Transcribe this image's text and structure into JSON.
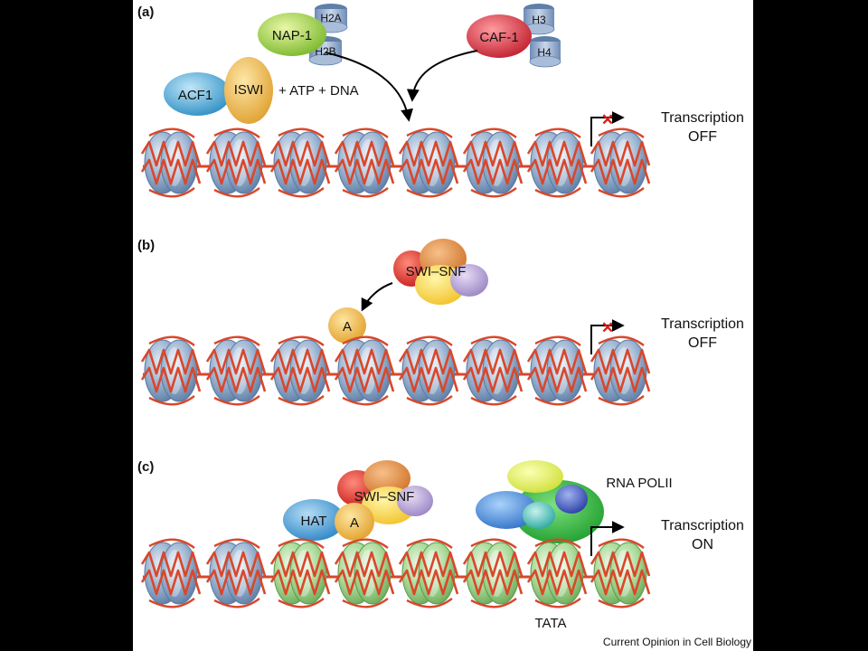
{
  "colors": {
    "background": "#000000",
    "panel": "#ffffff",
    "dna": "#d9472b",
    "nucleosome_blue": "#8aa6c8",
    "nucleosome_green": "#9fd48c",
    "inhibit_x": "#e01a1a"
  },
  "panel_a": {
    "label": "(a)",
    "nap1": "NAP-1",
    "h2a": "H2A",
    "h2b": "H2B",
    "caf1": "CAF-1",
    "h3": "H3",
    "h4": "H4",
    "acf1": "ACF1",
    "iswi": "ISWI",
    "reagents": "+ ATP + DNA",
    "transcription": "Transcription",
    "state": "OFF"
  },
  "panel_b": {
    "label": "(b)",
    "swisnf": "SWI–SNF",
    "activator": "A",
    "transcription": "Transcription",
    "state": "OFF"
  },
  "panel_c": {
    "label": "(c)",
    "swisnf": "SWI–SNF",
    "hat": "HAT",
    "activator": "A",
    "rnapol": "RNA POLII",
    "tata": "TATA",
    "transcription": "Transcription",
    "state": "ON"
  },
  "credit": "Current Opinion in Cell Biology"
}
